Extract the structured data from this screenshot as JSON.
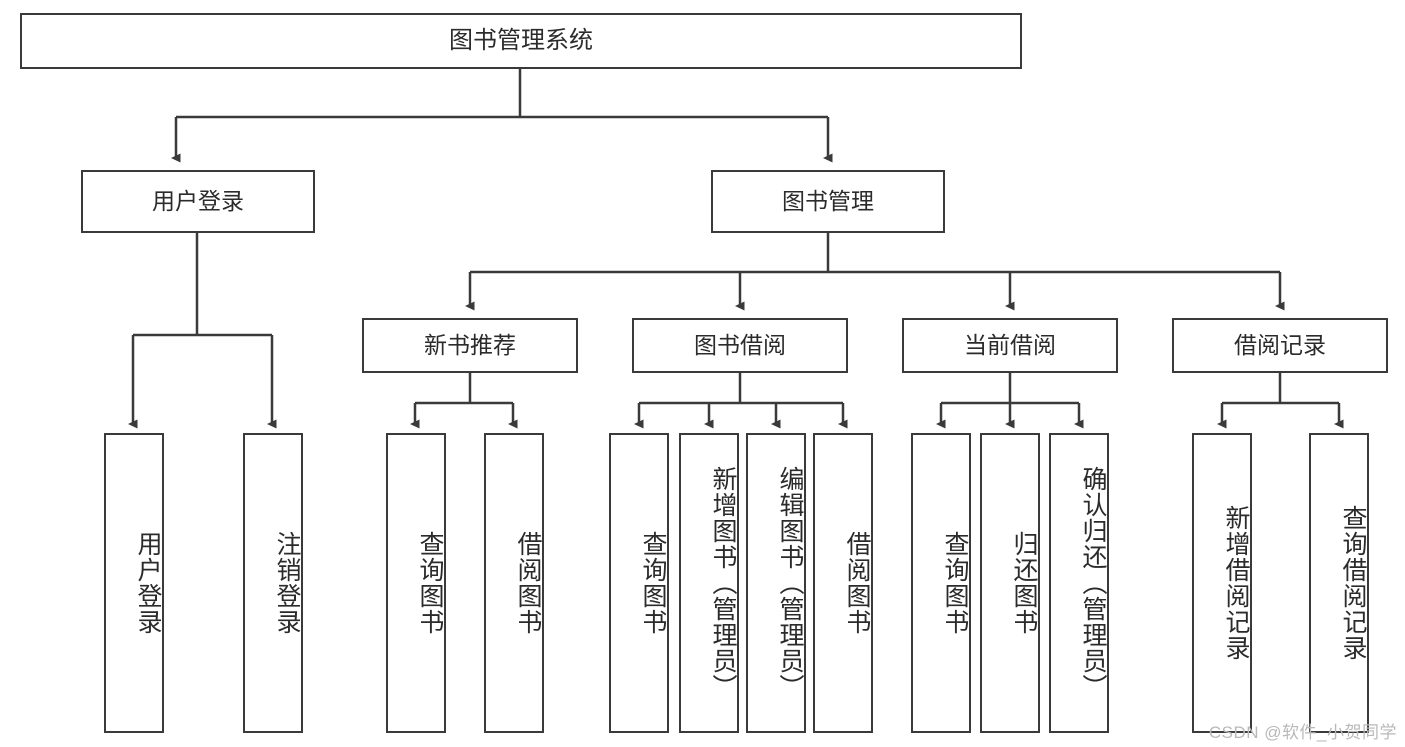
{
  "diagram": {
    "title": "图书管理系统",
    "root": {
      "label": "图书管理系统"
    },
    "level2": [
      {
        "label": "用户登录"
      },
      {
        "label": "图书管理"
      }
    ],
    "level3": [
      {
        "label": "新书推荐"
      },
      {
        "label": "图书借阅"
      },
      {
        "label": "当前借阅"
      },
      {
        "label": "借阅记录"
      }
    ],
    "leaves": {
      "user_login": [
        {
          "label": "用户登录"
        },
        {
          "label": "注销登录"
        }
      ],
      "new_book_recommend": [
        {
          "label": "查询图书"
        },
        {
          "label": "借阅图书"
        }
      ],
      "book_borrow": [
        {
          "label": "查询图书"
        },
        {
          "label": "新增图书（管理员）"
        },
        {
          "label": "编辑图书（管理员）"
        },
        {
          "label": "借阅图书"
        }
      ],
      "current_borrow": [
        {
          "label": "查询图书"
        },
        {
          "label": "归还图书"
        },
        {
          "label": "确认归还（管理员）"
        }
      ],
      "borrow_record": [
        {
          "label": "新增借阅记录"
        },
        {
          "label": "查询借阅记录"
        }
      ]
    },
    "watermark": "CSDN @软件_小贺同学",
    "colors": {
      "stroke": "#3a3a3a",
      "text": "#2b2b2b",
      "background": "#ffffff",
      "watermark": "#b9b9b9"
    }
  }
}
